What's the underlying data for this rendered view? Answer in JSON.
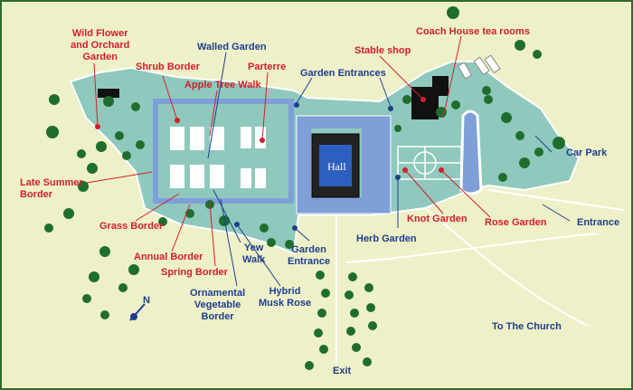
{
  "building": {
    "hall": "Hall"
  },
  "compass": {
    "north": "N"
  },
  "labels": {
    "wild_flower": "Wild Flower\nand Orchard\nGarden",
    "shrub_border": "Shrub Border",
    "walled_garden": "Walled Garden",
    "parterre": "Parterre",
    "apple_tree_walk": "Apple Tree Walk",
    "garden_entrances": "Garden Entrances",
    "stable_shop": "Stable shop",
    "coach_house": "Coach House tea rooms",
    "car_park": "Car Park",
    "late_summer_border": "Late Summer\nBorder",
    "grass_border": "Grass Border",
    "knot_garden": "Knot Garden",
    "rose_garden": "Rose Garden",
    "entrance": "Entrance",
    "annual_border": "Annual Border",
    "yew_walk": "Yew\nWalk",
    "garden_entrance": "Garden\nEntrance",
    "herb_garden": "Herb Garden",
    "spring_border": "Spring Border",
    "ornamental_vegetable_border": "Ornamental\nVegetable\nBorder",
    "hybrid_musk_rose": "Hybrid\nMusk Rose",
    "to_the_church": "To The Church",
    "exit": "Exit"
  },
  "colors": {
    "background": "#eef0c8",
    "frame": "#2f6a2a",
    "lawn": "#8fc9bd",
    "water": "#7f9fd8",
    "tree": "#1f6e2e",
    "path": "#ffffff",
    "building": "#111111",
    "red_label": "#d0202a",
    "blue_label": "#1e3f8f"
  }
}
